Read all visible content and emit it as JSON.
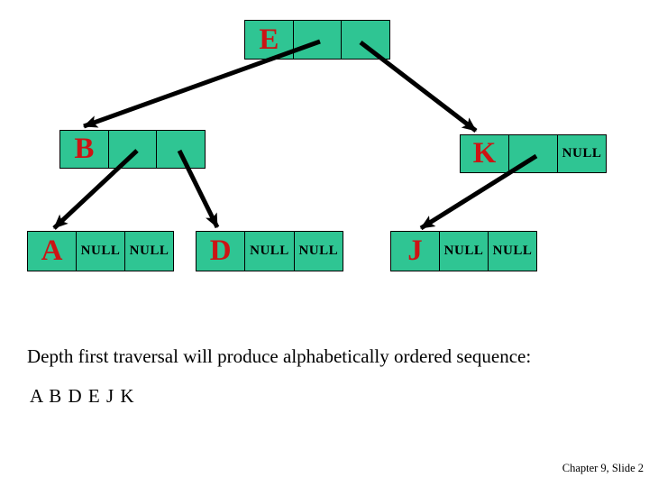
{
  "slide": {
    "footer": "Chapter 9, Slide 2"
  },
  "colors": {
    "background": "#FFFFFF",
    "node_fill": "#2FC593",
    "node_border": "#000000",
    "node_letter": "#CC1414",
    "null_text": "#000000",
    "arrow": "#000000",
    "caption_text": "#000000"
  },
  "tree": {
    "nodes": {
      "E": {
        "label": "E",
        "left": "",
        "right": ""
      },
      "B": {
        "label": "B",
        "left": "",
        "right": ""
      },
      "K": {
        "label": "K",
        "left": "",
        "right": "NULL"
      },
      "A": {
        "label": "A",
        "left": "NULL",
        "right": "NULL"
      },
      "D": {
        "label": "D",
        "left": "NULL",
        "right": "NULL"
      },
      "J": {
        "label": "J",
        "left": "NULL",
        "right": "NULL"
      }
    },
    "edges": [
      {
        "from": "E",
        "pointer": "left",
        "to": "B"
      },
      {
        "from": "E",
        "pointer": "right",
        "to": "K"
      },
      {
        "from": "B",
        "pointer": "left",
        "to": "A"
      },
      {
        "from": "B",
        "pointer": "right",
        "to": "D"
      },
      {
        "from": "K",
        "pointer": "left",
        "to": "J"
      }
    ]
  },
  "caption": {
    "line1": "Depth first traversal will produce alphabetically ordered sequence:",
    "line2": "A B D E J K"
  }
}
